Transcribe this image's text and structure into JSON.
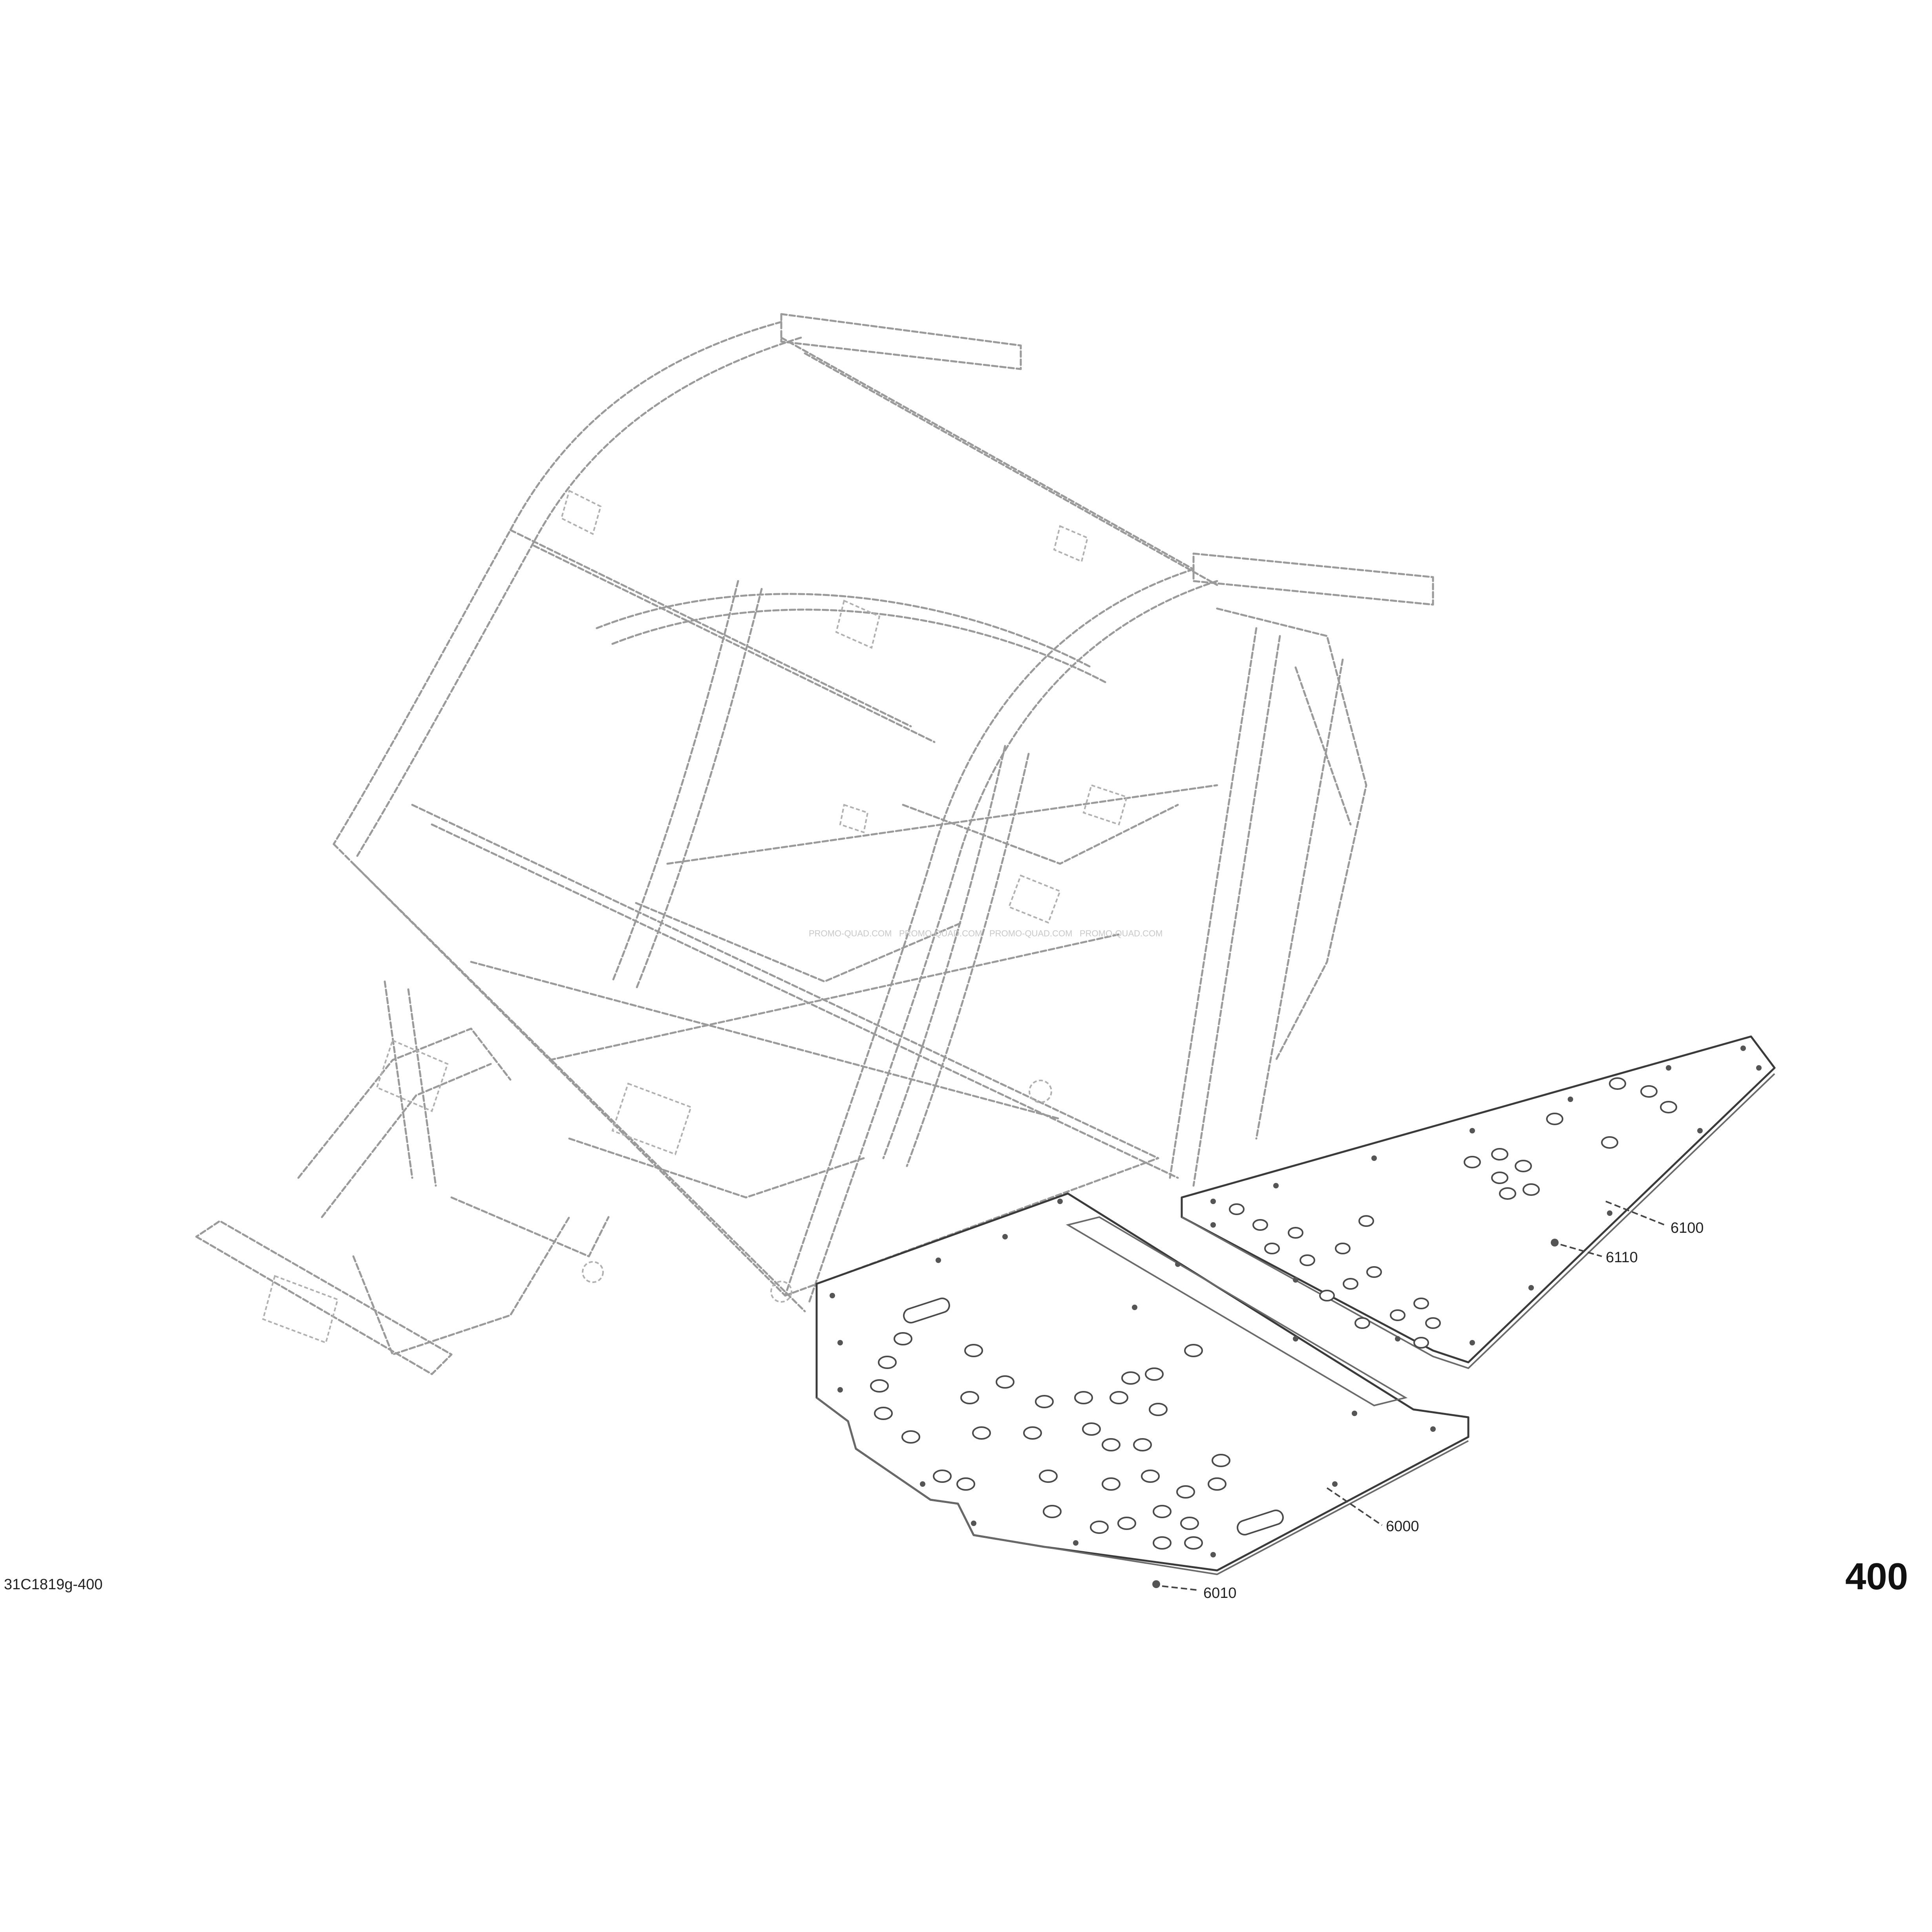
{
  "diagram": {
    "drawing_code": "31C1819g-400",
    "page_number": "400",
    "watermark": "PROMO-QUAD.COM",
    "callouts": [
      {
        "id": "callout-6100",
        "label": "6100"
      },
      {
        "id": "callout-6110",
        "label": "6110"
      },
      {
        "id": "callout-6000",
        "label": "6000"
      },
      {
        "id": "callout-6010",
        "label": "6010"
      }
    ]
  }
}
